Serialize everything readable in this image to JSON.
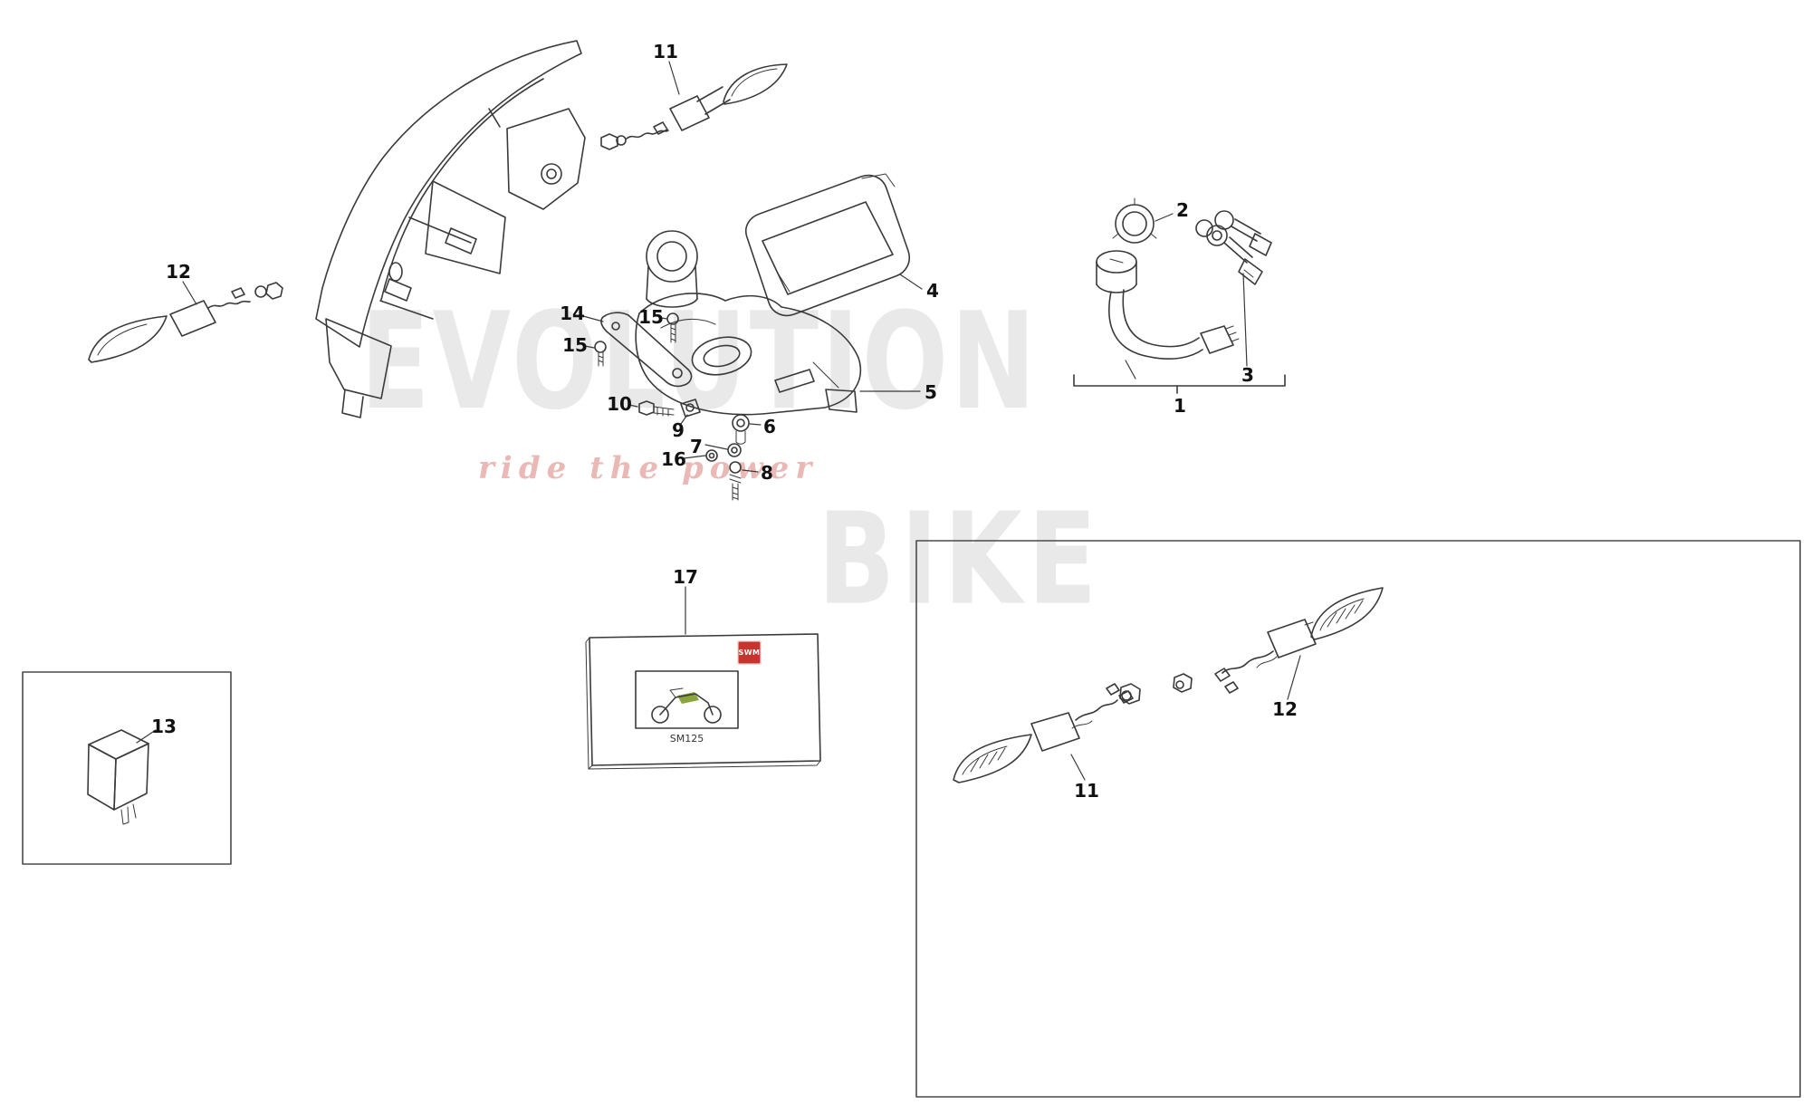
{
  "watermark": {
    "line1": "EVOLUTION",
    "line2": "BIKE",
    "tagline": "ride the power"
  },
  "manual": {
    "logo_text": "SWM",
    "model_label": "SM125"
  },
  "colors": {
    "line_art": "#3a3a3a",
    "watermark_gray": "#e9e9e9",
    "watermark_red": "#eab9b5",
    "logo_red": "#c5352e",
    "bike_accent_green": "#8aa43c"
  },
  "callouts": [
    {
      "part": "turn-indicator-front",
      "label": "11"
    },
    {
      "part": "turn-indicator-rear",
      "label": "12"
    },
    {
      "part": "lock-ring",
      "label": "2"
    },
    {
      "part": "instrument-cluster",
      "label": "4"
    },
    {
      "part": "bracket-plate",
      "label": "14"
    },
    {
      "part": "screw",
      "label": "15"
    },
    {
      "part": "screw",
      "label": "15"
    },
    {
      "part": "dashboard-support",
      "label": "5"
    },
    {
      "part": "keys",
      "label": "3"
    },
    {
      "part": "key-switch-assembly",
      "label": "1"
    },
    {
      "part": "screw",
      "label": "10"
    },
    {
      "part": "washer",
      "label": "9"
    },
    {
      "part": "nut",
      "label": "6"
    },
    {
      "part": "spacer",
      "label": "7"
    },
    {
      "part": "washer",
      "label": "16"
    },
    {
      "part": "screw",
      "label": "8"
    },
    {
      "part": "owners-manual",
      "label": "17"
    },
    {
      "part": "flasher-relay",
      "label": "13"
    },
    {
      "part": "turn-indicator-rear",
      "label": "12"
    },
    {
      "part": "turn-indicator-front",
      "label": "11"
    }
  ]
}
